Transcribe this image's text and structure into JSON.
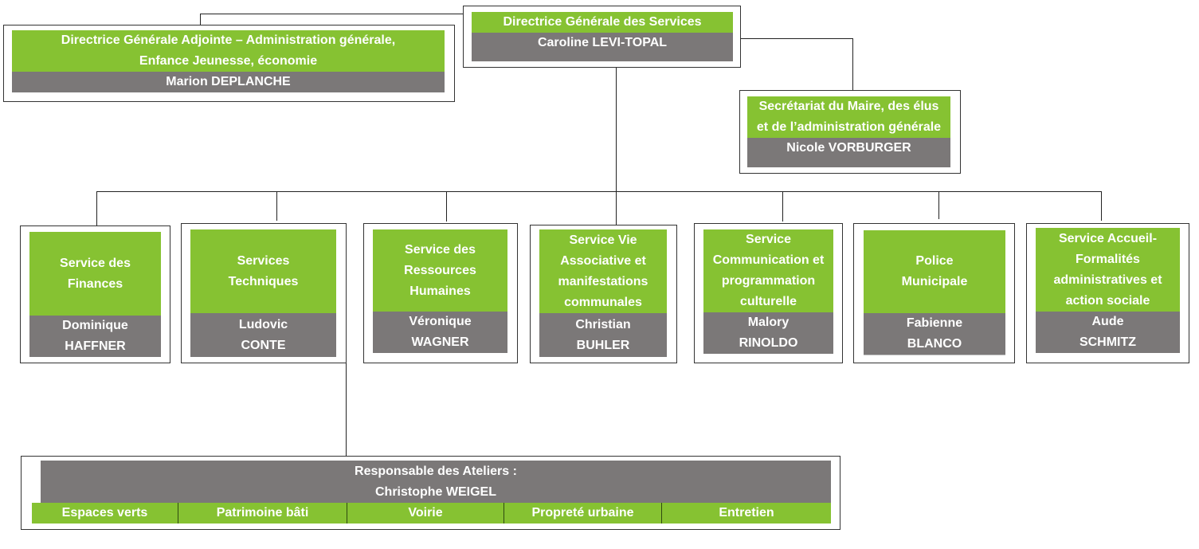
{
  "dgs": {
    "title": "Directrice Générale des Services",
    "name": "Caroline LEVI-TOPAL"
  },
  "dga": {
    "title_line1": "Directrice Générale Adjointe – Administration générale,",
    "title_line2": "Enfance Jeunesse, économie",
    "name": "Marion DEPLANCHE"
  },
  "secretariat": {
    "title_line1": "Secrétariat du Maire, des élus",
    "title_line2": "et de l’administration générale",
    "name": "Nicole VORBURGER"
  },
  "services": [
    {
      "title": [
        "Service des",
        "Finances"
      ],
      "name": [
        "Dominique",
        "HAFFNER"
      ]
    },
    {
      "title": [
        "Services",
        "Techniques"
      ],
      "name": [
        "Ludovic",
        "CONTE"
      ]
    },
    {
      "title": [
        "Service des",
        "Ressources",
        "Humaines"
      ],
      "name": [
        "Véronique",
        "WAGNER"
      ]
    },
    {
      "title": [
        "Service Vie",
        "Associative et",
        "manifestations",
        "communales"
      ],
      "name": [
        "Christian",
        "BUHLER"
      ]
    },
    {
      "title": [
        "Service",
        "Communication et",
        "programmation",
        "culturelle"
      ],
      "name": [
        "Malory",
        "RINOLDO"
      ]
    },
    {
      "title": [
        "Police",
        "Municipale"
      ],
      "name": [
        "Fabienne",
        "BLANCO"
      ]
    },
    {
      "title": [
        "Service Accueil-",
        "Formalités",
        "administratives et",
        "action sociale"
      ],
      "name": [
        "Aude",
        "SCHMITZ"
      ]
    }
  ],
  "ateliers": {
    "title": "Responsable des Ateliers :",
    "name": "Christophe WEIGEL",
    "units": [
      "Espaces verts",
      "Patrimoine bâti",
      "Voirie",
      "Propreté urbaine",
      "Entretien"
    ]
  },
  "colors": {
    "green": "#86c232",
    "grey": "#7b7878",
    "line": "#222222"
  }
}
